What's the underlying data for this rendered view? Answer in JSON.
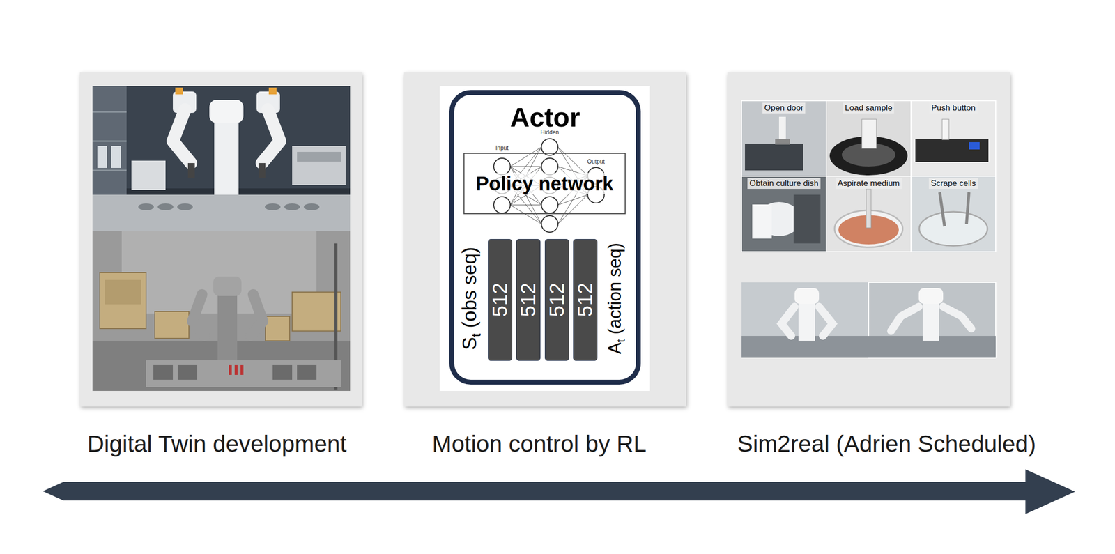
{
  "diagram": {
    "nodes": [
      {
        "text": [
          "Digital Twin development"
        ]
      },
      {
        "text": [
          "Motion control by RL"
        ]
      },
      {
        "text": [
          "Actor"
        ],
        "in": 1
      },
      {
        "text": [
          "Policy network"
        ],
        "in": 2
      },
      {
        "text": [
          "512"
        ],
        "in": 2
      },
      {
        "text": [
          "512"
        ],
        "in": 2
      },
      {
        "text": [
          "512"
        ],
        "in": 2
      },
      {
        "text": [
          "512"
        ],
        "in": 2
      },
      {
        "text": [
          "Sim2real (Adrien Scheduled)"
        ]
      },
      {
        "text": [
          "Open door"
        ],
        "in": 8
      },
      {
        "text": [
          "Load sample"
        ],
        "in": 8
      },
      {
        "text": [
          "Push button"
        ],
        "in": 8
      },
      {
        "text": [
          "Obtain culture dish"
        ],
        "in": 8
      },
      {
        "text": [
          "Aspirate medium"
        ],
        "in": 8
      },
      {
        "text": [
          "Scrape cells"
        ],
        "in": 8
      }
    ],
    "labels": [
      "Input",
      "Hidden",
      "Output",
      "St (obs seq)",
      "At (action seq)"
    ]
  }
}
